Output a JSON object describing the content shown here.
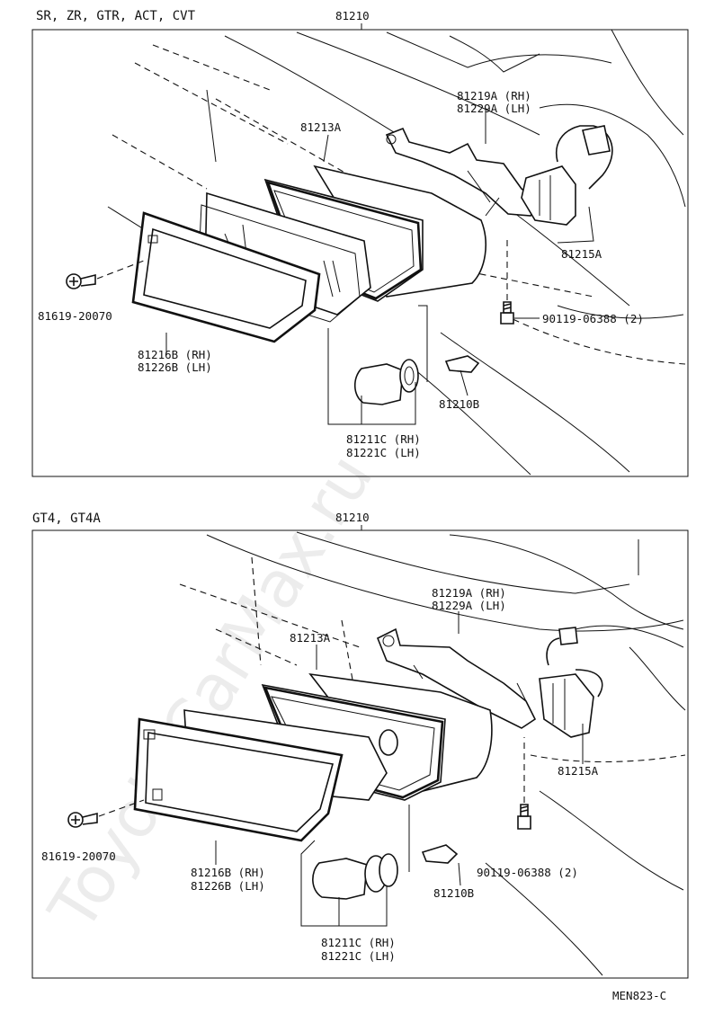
{
  "watermark": "ToyotaCarMax.ru",
  "figure_code": "MEN823-C",
  "panels": [
    {
      "header": "SR, ZR, GTR, ACT, CVT",
      "labels": {
        "assembly": "81210",
        "bracket_rh": "81219A (RH)",
        "bracket_lh": "81229A (LH)",
        "housing": "81213A",
        "connector": "81215A",
        "screw": "81619-20070",
        "bolt": "90119-06388 (2)",
        "lens_rh": "81216B (RH)",
        "lens_lh": "81226B (LH)",
        "small_bulb": "81210B",
        "bulb_rh": "81211C (RH)",
        "bulb_lh": "81221C (LH)"
      }
    },
    {
      "header": "GT4, GT4A",
      "labels": {
        "assembly": "81210",
        "bracket_rh": "81219A (RH)",
        "bracket_lh": "81229A (LH)",
        "housing": "81213A",
        "connector": "81215A",
        "screw": "81619-20070",
        "bolt": "90119-06388 (2)",
        "lens_rh": "81216B (RH)",
        "lens_lh": "81226B (LH)",
        "small_bulb": "81210B",
        "bulb_rh": "81211C (RH)",
        "bulb_lh": "81221C (LH)"
      }
    }
  ]
}
